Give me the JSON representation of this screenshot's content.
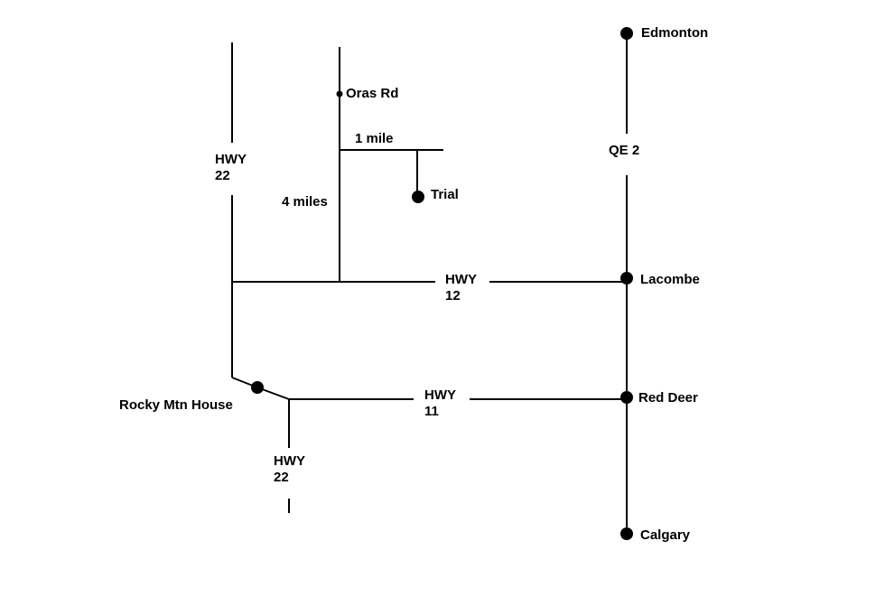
{
  "places": {
    "edmonton": "Edmonton",
    "lacombe": "Lacombe",
    "red_deer": "Red Deer",
    "calgary": "Calgary",
    "rocky_mtn_house": "Rocky Mtn House",
    "trial": "Trial",
    "oras_rd": "Oras Rd"
  },
  "roads": {
    "qe2": "QE 2",
    "hwy22_north": {
      "line1": "HWY",
      "line2": "22"
    },
    "hwy22_south": {
      "line1": "HWY",
      "line2": "22"
    },
    "hwy12": {
      "line1": "HWY",
      "line2": "12"
    },
    "hwy11": {
      "line1": "HWY",
      "line2": "11"
    }
  },
  "distances": {
    "four_miles": "4 miles",
    "one_mile": "1 mile"
  }
}
